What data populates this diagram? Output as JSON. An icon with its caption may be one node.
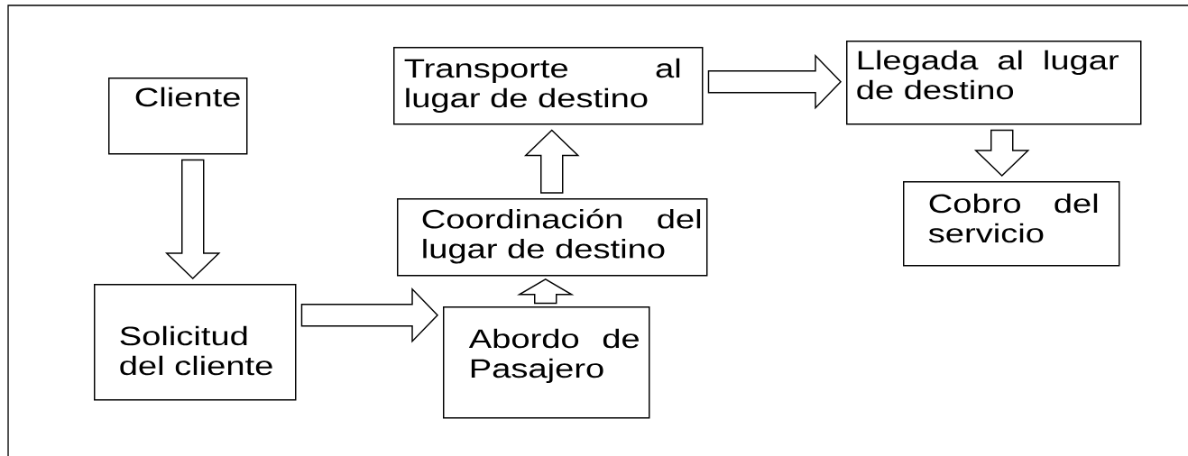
{
  "diagram": {
    "nodes": [
      {
        "text": [
          "Cliente"
        ]
      },
      {
        "text": [
          "Solicitud del cliente"
        ]
      },
      {
        "text": [
          "Abordo de Pasajero"
        ]
      },
      {
        "text": [
          "Coordinación del lugar de destino"
        ]
      },
      {
        "text": [
          "Transporte al lugar de destino"
        ]
      },
      {
        "text": [
          "Llegada al lugar de destino"
        ]
      },
      {
        "text": [
          "Cobro del servicio"
        ]
      }
    ],
    "edges": [
      {
        "from": 0,
        "to": 1,
        "arrow": "to"
      },
      {
        "from": 1,
        "to": 2,
        "arrow": "to"
      },
      {
        "from": 2,
        "to": 3,
        "arrow": "to"
      },
      {
        "from": 3,
        "to": 4,
        "arrow": "to"
      },
      {
        "from": 4,
        "to": 5,
        "arrow": "to"
      },
      {
        "from": 5,
        "to": 6,
        "arrow": "to"
      }
    ]
  }
}
